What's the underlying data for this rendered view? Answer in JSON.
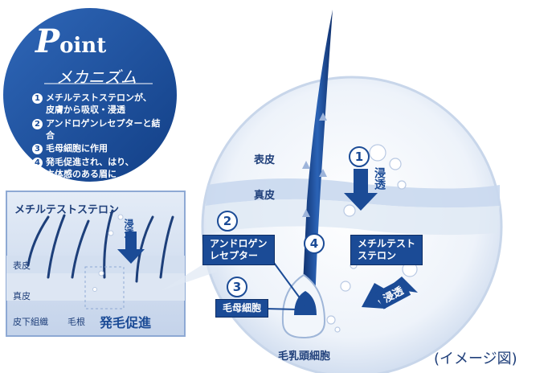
{
  "point": {
    "title_p": "P",
    "title_rest": "oint",
    "subtitle": "メカニズム",
    "steps": [
      {
        "num": "1",
        "text": "メチルテストステロンが、\n皮膚から吸収・浸透"
      },
      {
        "num": "2",
        "text": "アンドロゲンレセプターと結合"
      },
      {
        "num": "3",
        "text": "毛母細胞に作用"
      },
      {
        "num": "4",
        "text": "発毛促進され、はり、\n立体感のある眉に"
      }
    ]
  },
  "inset": {
    "substance": "メチルテストステロン",
    "penetrate": "浸透",
    "epidermis": "表皮",
    "dermis": "真皮",
    "subcutis": "皮下組織",
    "hair_root": "毛根",
    "growth": "発毛促進"
  },
  "main": {
    "epidermis": "表皮",
    "dermis": "真皮",
    "n1": "1",
    "penetrate1": "浸透",
    "n2": "2",
    "receptor": "アンドロゲン\nレセプター",
    "n3": "3",
    "matrix": "毛母細胞",
    "n4": "4",
    "substance": "メチルテスト\nステロン",
    "penetrate2": "浸透",
    "papilla": "毛乳頭細胞"
  },
  "caption": "(イメージ図)"
}
